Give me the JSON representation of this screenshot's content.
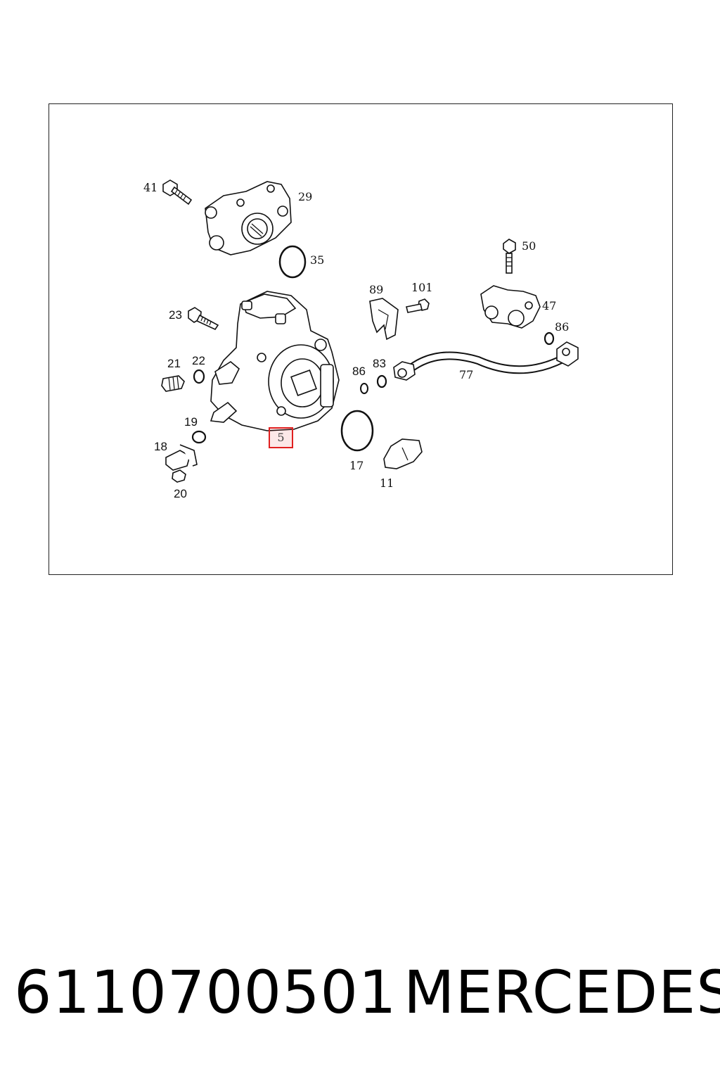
{
  "diagram": {
    "callouts": [
      "41",
      "29",
      "35",
      "50",
      "89",
      "101",
      "47",
      "86",
      "23",
      "21",
      "22",
      "86",
      "83",
      "77",
      "19",
      "18",
      "20",
      "17",
      "11"
    ],
    "highlighted": "5"
  },
  "footer": {
    "part_number": "6110700501",
    "brand": "MERCEDES"
  },
  "colors": {
    "highlight": "#e02020",
    "line": "#111111"
  }
}
